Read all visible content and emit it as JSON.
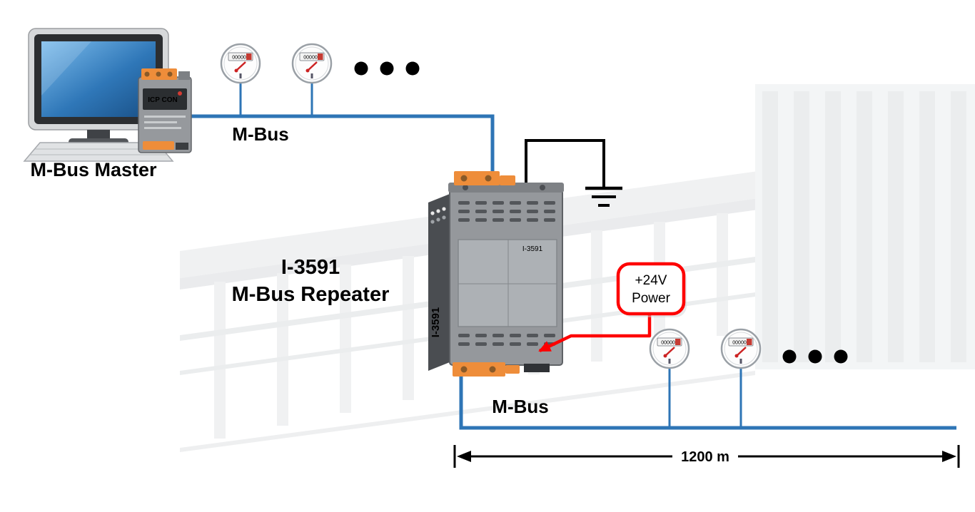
{
  "diagram": {
    "labels": {
      "master": "M-Bus Master",
      "bus_top": "M-Bus",
      "repeater_line1": "I-3591",
      "repeater_line2": "M-Bus Repeater",
      "power_line1": "+24V",
      "power_line2": "Power",
      "bus_bottom": "M-Bus",
      "distance": "1200 m"
    },
    "devices": {
      "master_module_brand": "ICP CON",
      "repeater_side_label": "I-3591",
      "repeater_front_label": "I-3591"
    },
    "meter": {
      "counter_text": "00000"
    },
    "colors": {
      "bus_blue": "#2e75b6",
      "power_red": "#fe0000",
      "connector_orange": "#ee8d3a",
      "device_gray": "#95989c",
      "ink_black": "#000000"
    }
  }
}
